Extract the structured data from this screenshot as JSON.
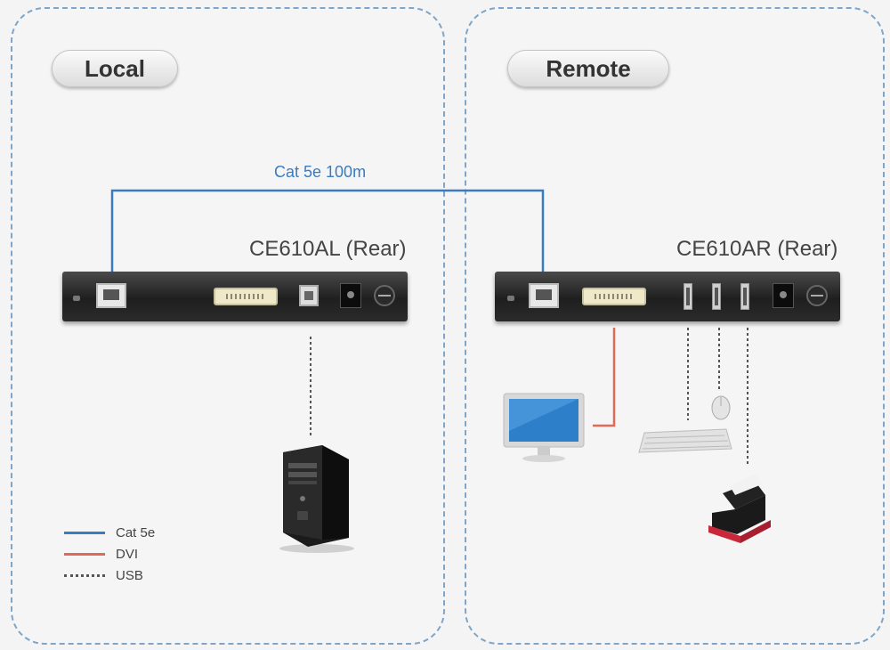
{
  "zones": {
    "local": {
      "label": "Local",
      "model": "CE610AL (Rear)"
    },
    "remote": {
      "label": "Remote",
      "model": "CE610AR (Rear)"
    }
  },
  "cable": {
    "label": "Cat 5e 100m",
    "color": "#3a7cc0"
  },
  "legend": [
    {
      "label": "Cat 5e",
      "style": "solid",
      "color": "#3a7cc0"
    },
    {
      "label": "DVI",
      "style": "solid",
      "color": "#e06a57"
    },
    {
      "label": "USB",
      "style": "dotted",
      "color": "#555555"
    }
  ],
  "icons": [
    "pc-tower-icon",
    "monitor-icon",
    "keyboard-icon",
    "mouse-icon",
    "printer-icon"
  ]
}
